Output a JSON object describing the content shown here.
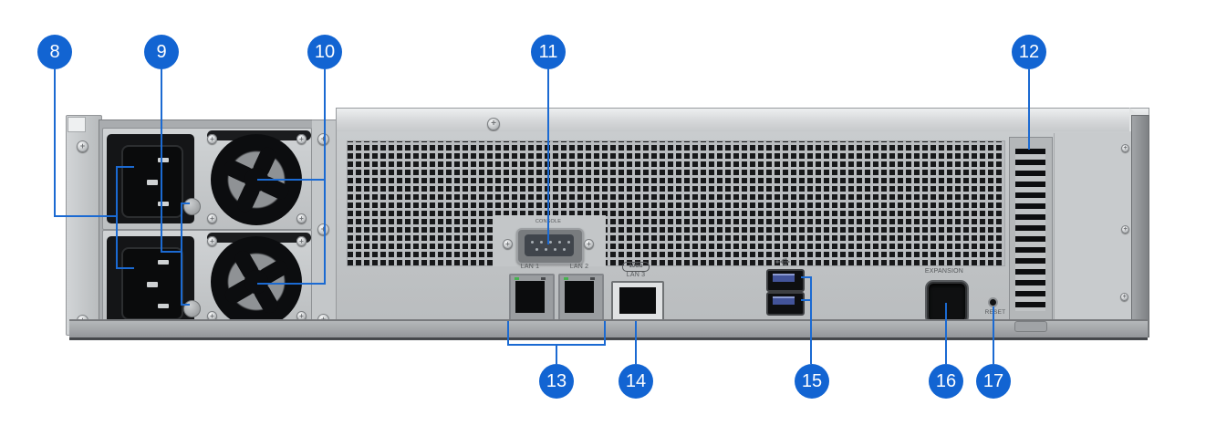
{
  "callouts": [
    {
      "num": "8"
    },
    {
      "num": "9"
    },
    {
      "num": "10"
    },
    {
      "num": "11"
    },
    {
      "num": "12"
    },
    {
      "num": "13"
    },
    {
      "num": "14"
    },
    {
      "num": "15"
    },
    {
      "num": "16"
    },
    {
      "num": "17"
    }
  ],
  "labels": {
    "console": "CONSOLE",
    "lan1": "LAN 1",
    "lan2": "LAN 2",
    "lan3": "LAN 3",
    "lan3_badge": "10Gb",
    "expansion": "EXPANSION",
    "reset": "RESET"
  },
  "icons": {
    "usb": "usb-icon"
  },
  "colors": {
    "callout_fill": "#1264d2",
    "callout_text": "#ffffff",
    "leader_line": "#1b6ad2"
  }
}
